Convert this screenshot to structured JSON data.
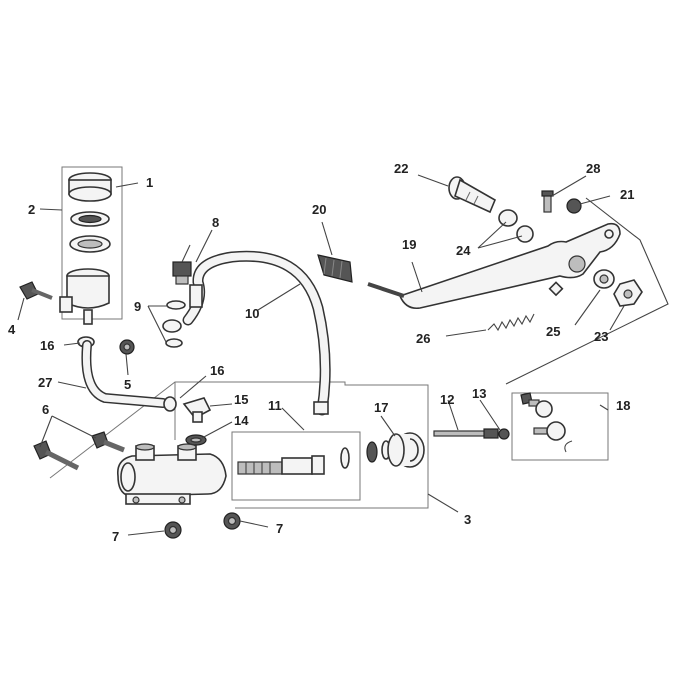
{
  "labels": {
    "l1": "1",
    "l2": "2",
    "l3": "3",
    "l4": "4",
    "l5": "5",
    "l6": "6",
    "l7a": "7",
    "l7b": "7",
    "l8": "8",
    "l9": "9",
    "l10": "10",
    "l11": "11",
    "l12": "12",
    "l13": "13",
    "l14": "14",
    "l15": "15",
    "l16a": "16",
    "l16b": "16",
    "l17": "17",
    "l18": "18",
    "l19": "19",
    "l20": "20",
    "l21": "21",
    "l22": "22",
    "l23": "23",
    "l24": "24",
    "l25": "25",
    "l26": "26",
    "l27": "27",
    "l28": "28"
  }
}
